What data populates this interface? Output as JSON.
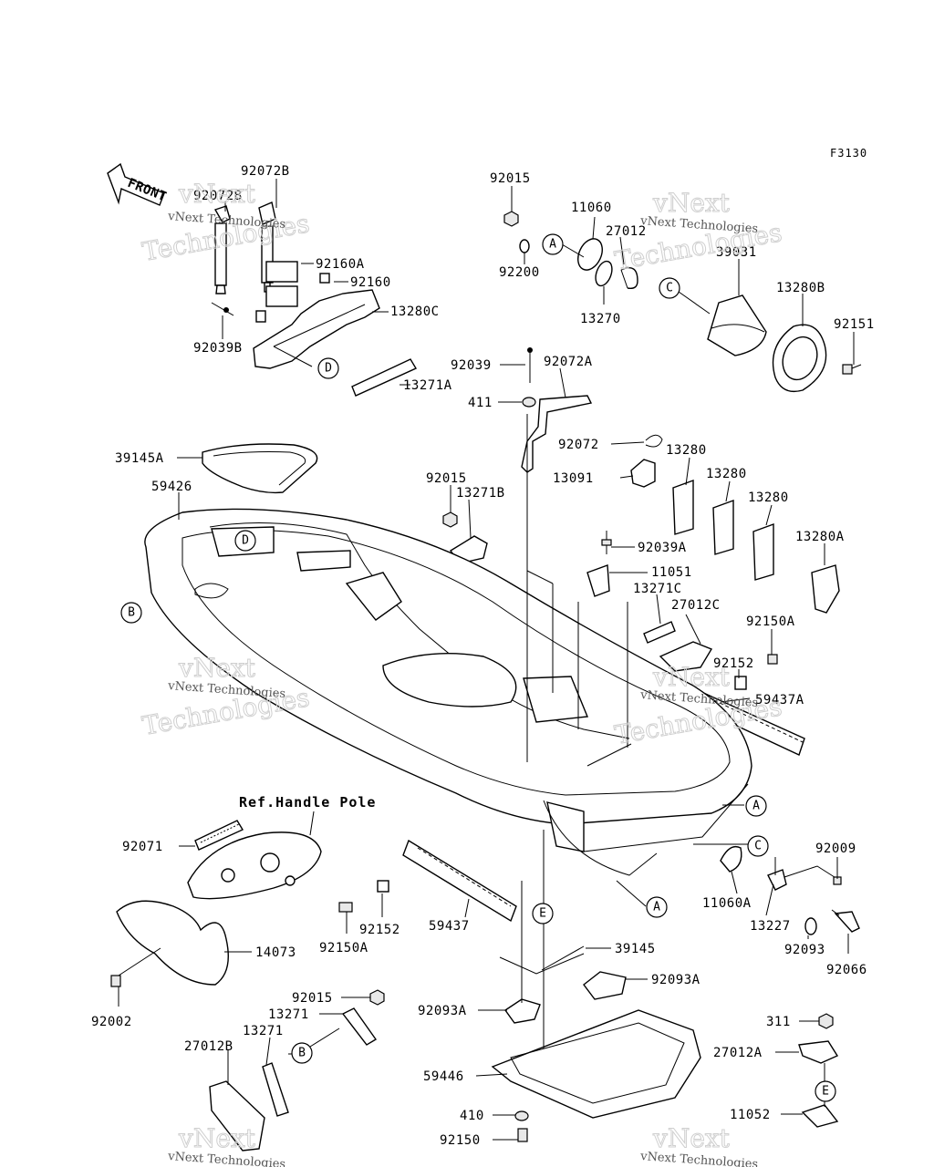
{
  "figure_code": "F3130",
  "front_arrow_label": "FRONT",
  "reference_note": "Ref.Handle Pole",
  "watermark": {
    "line1": "vNext",
    "line2": "Technologies",
    "small": "vNext Technologies"
  },
  "part_labels": {
    "p92072B_1": "92072B",
    "p92072B_2": "92072B",
    "p92160A": "92160A",
    "p92160": "92160",
    "p13280C": "13280C",
    "p92039B": "92039B",
    "p13271A": "13271A",
    "p92015_top": "92015",
    "p92200": "92200",
    "p11060": "11060",
    "p27012": "27012",
    "p13270": "13270",
    "p39031": "39031",
    "p13280B": "13280B",
    "p92151": "92151",
    "p92039": "92039",
    "p92072A": "92072A",
    "p411": "411",
    "p92072": "92072",
    "p13280_1": "13280",
    "p13280_2": "13280",
    "p13280_3": "13280",
    "p13091": "13091",
    "p39145A": "39145A",
    "p59426": "59426",
    "p92015_mid": "92015",
    "p13271B": "13271B",
    "p92039A": "92039A",
    "p13280A": "13280A",
    "p11051": "11051",
    "p13271C": "13271C",
    "p27012C": "27012C",
    "p92150A_r": "92150A",
    "p92152_r": "92152",
    "p59437A": "59437A",
    "p92071": "92071",
    "p92009": "92009",
    "p11060A": "11060A",
    "p13227": "13227",
    "p92093": "92093",
    "p92066": "92066",
    "p92152_l": "92152",
    "p92150A_l": "92150A",
    "p59437": "59437",
    "p39145": "39145",
    "p14073": "14073",
    "p92093A_r": "92093A",
    "p92002": "92002",
    "p92015_bot": "92015",
    "p13271_1": "13271",
    "p13271_2": "13271",
    "p27012B": "27012B",
    "p92093A_l": "92093A",
    "p311": "311",
    "p27012A": "27012A",
    "p59446": "59446",
    "p410": "410",
    "p11052": "11052",
    "p92150": "92150"
  },
  "callouts": {
    "a1": "A",
    "a2": "A",
    "a3": "A",
    "b1": "B",
    "b2": "B",
    "c1": "C",
    "c2": "C",
    "d1": "D",
    "d2": "D",
    "e1": "E",
    "e2": "E"
  }
}
